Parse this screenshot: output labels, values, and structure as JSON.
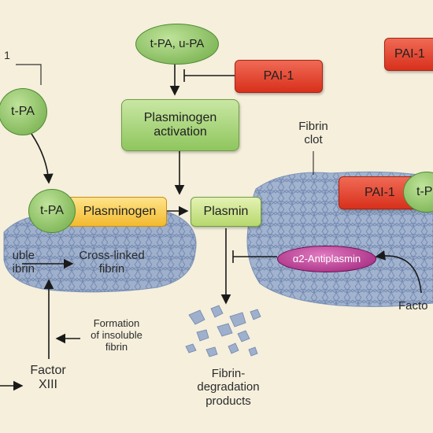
{
  "colors": {
    "background": "#f5efdc",
    "green_box": "#a8d67a",
    "red_box": "#e3412b",
    "yellow_box": "#f7c948",
    "antiplasmin": "#b0308e",
    "fibrin_mesh": "#7d93b8"
  },
  "labels": {
    "corner_one": "1",
    "tpa_left": "t-PA",
    "tpa_upa": "t-PA, u-PA",
    "pai1_top": "PAI-1",
    "pai1_right_top": "PAI-1",
    "plasminogen_activation_l1": "Plasminogen",
    "plasminogen_activation_l2": "activation",
    "fibrin_clot_l1": "Fibrin",
    "fibrin_clot_l2": "clot",
    "pai1_clot": "PAI-1",
    "tpa_clot": "t-P",
    "tpa_bound": "t-PA",
    "plasminogen": "Plasminogen",
    "plasmin": "Plasmin",
    "soluble_fibrin_l1": "uble",
    "soluble_fibrin_l2": "ibrin",
    "cross_linked_l1": "Cross-linked",
    "cross_linked_l2": "fibrin",
    "antiplasmin": "α2-Antiplasmin",
    "factor_right": "Facto",
    "formation_l1": "Formation",
    "formation_l2": "of insoluble",
    "formation_l3": "fibrin",
    "factor_xiii_l1": "Factor",
    "factor_xiii_l2": "XIII",
    "fdp_l1": "Fibrin-",
    "fdp_l2": "degradation",
    "fdp_l3": "products"
  }
}
